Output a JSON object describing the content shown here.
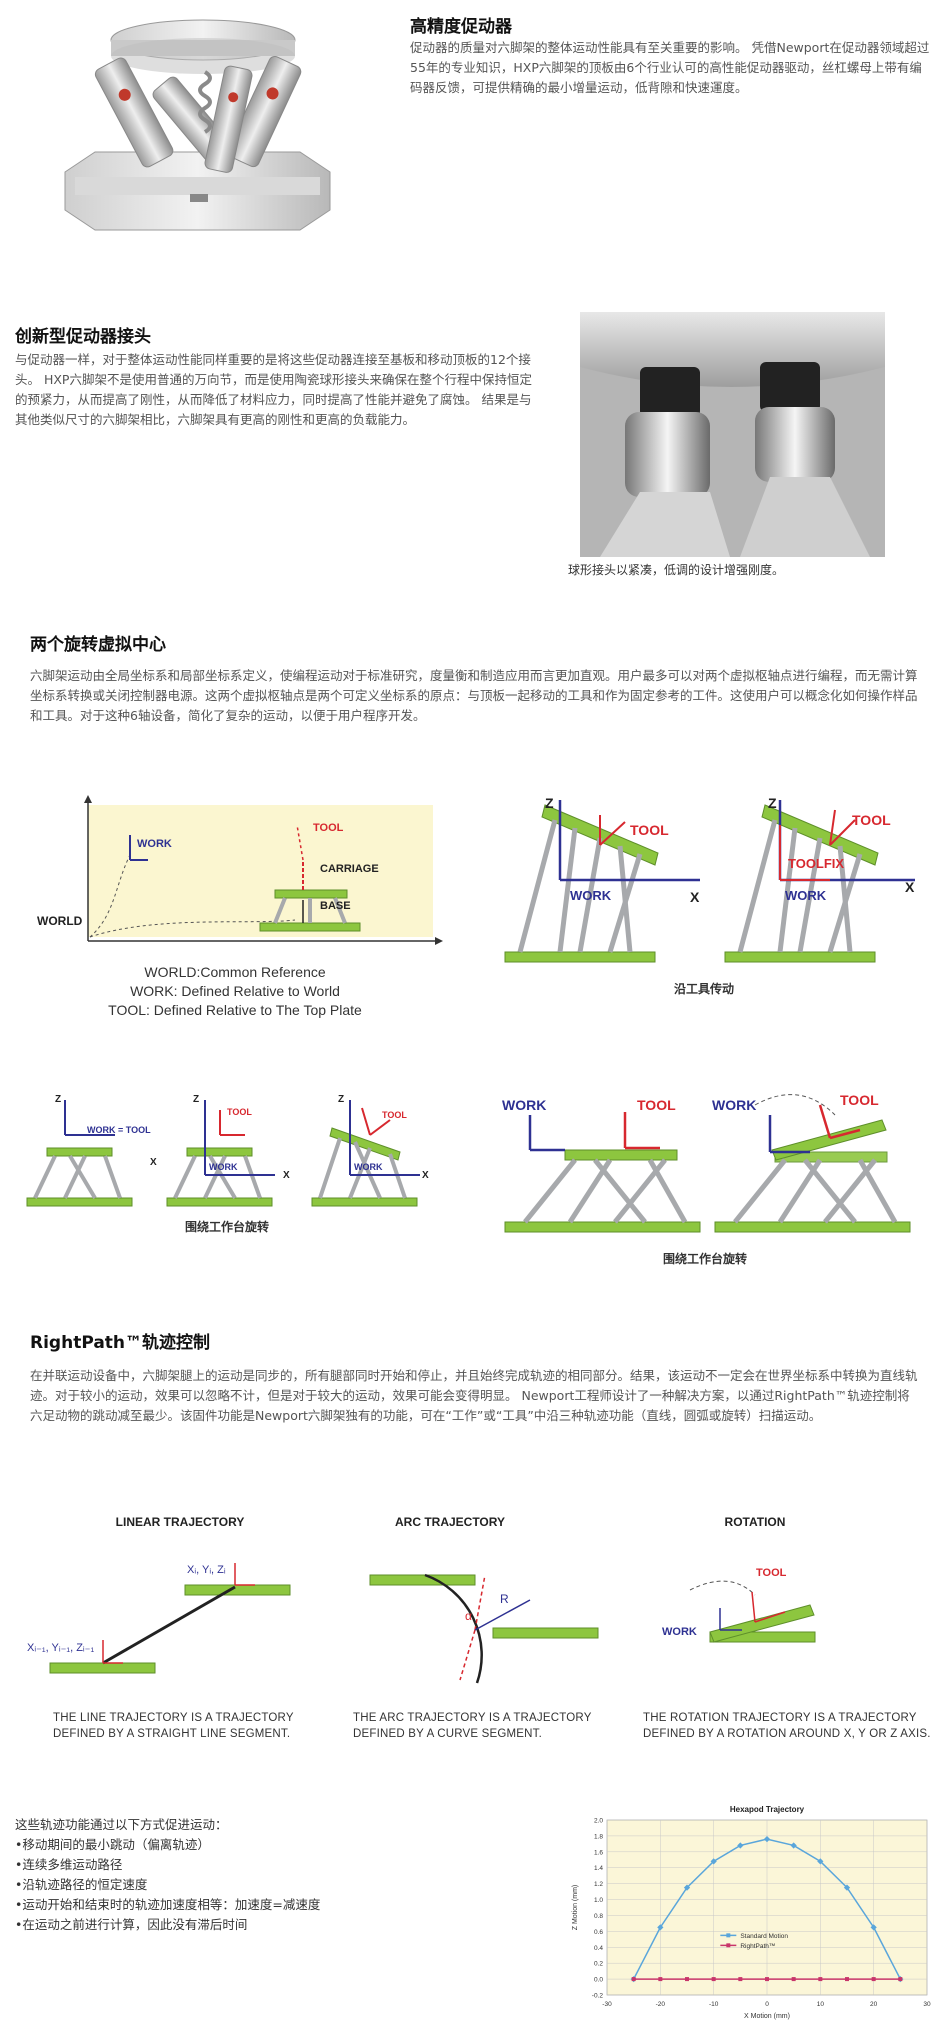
{
  "section1": {
    "title": "高精度促动器",
    "body": "促动器的质量对六脚架的整体运动性能具有至关重要的影响。 凭借Newport在促动器领域超过55年的专业知识，HXP六脚架的顶板由6个行业认可的高性能促动器驱动，丝杠螺母上带有编码器反馈，可提供精确的最小增量运动，低背隙和快速運度。"
  },
  "section2": {
    "title": "创新型促动器接头",
    "body": "与促动器一样，对于整体运动性能同样重要的是将这些促动器连接至基板和移动顶板的12个接头。 HXP六脚架不是使用普通的万向节，而是使用陶瓷球形接头来确保在整个行程中保持恒定的预紧力，从而提高了刚性，从而降低了材料应力，同时提高了性能并避免了腐蚀。 结果是与其他类似尺寸的六脚架相比，六脚架具有更高的刚性和更高的负载能力。",
    "photo_caption": "球形接头以紧凑，低调的设计增强刚度。"
  },
  "section3": {
    "title": "两个旋转虚拟中心",
    "body": "六脚架运动由全局坐标系和局部坐标系定义，使编程运动对于标准研究，度量衡和制造应用而言更加直观。用户最多可以对两个虚拟枢轴点进行编程，而无需计算坐标系转换或关闭控制器电源。这两个虚拟枢轴点是两个可定义坐标系的原点：与顶板一起移动的工具和作为固定参考的工件。这使用户可以概念化如何操作样品和工具。对于这种6轴设备，简化了复杂的运动，以便于用户程序开发。"
  },
  "frames_diagram": {
    "labels": {
      "world": "WORLD",
      "work": "WORK",
      "tool": "TOOL",
      "carriage": "CARRIAGE",
      "base": "BASE"
    },
    "legend": [
      "WORLD:Common Reference",
      "WORK: Defined Relative to World",
      "TOOL: Defined Relative to The Top Plate"
    ]
  },
  "tool_diagram": {
    "z": "Z",
    "x": "X",
    "tool": "TOOL",
    "work": "WORK",
    "toolfix": "TOOLFIX",
    "caption": "沿工具传动"
  },
  "rotate_small": {
    "z": "Z",
    "x": "X",
    "work_tool": "WORK = TOOL",
    "tool": "TOOL",
    "work": "WORK",
    "caption": "围绕工作台旋转"
  },
  "rotate_large": {
    "work": "WORK",
    "tool": "TOOL",
    "caption": "围绕工作台旋转"
  },
  "section4": {
    "title": "RightPath™轨迹控制",
    "body": "在并联运动设备中，六脚架腿上的运动是同步的，所有腿部同时开始和停止，并且始终完成轨迹的相同部分。结果，该运动不一定会在世界坐标系中转换为直线轨迹。对于较小的运动，效果可以忽略不计，但是对于较大的运动，效果可能会变得明显。 Newport工程师设计了一种解决方案，以通过RightPath™轨迹控制将六足动物的跳动减至最少。该固件功能是Newport六脚架独有的功能，可在“工作”或“工具”中沿三种轨迹功能（直线，圆弧或旋转）扫描运动。"
  },
  "trajectories": [
    {
      "title": "LINEAR TRAJECTORY",
      "caption1": "THE LINE TRAJECTORY IS A TRAJECTORY",
      "caption2": "DEFINED BY A STRAIGHT LINE SEGMENT.",
      "p1": "Xᵢ, Yᵢ, Zᵢ",
      "p0": "Xᵢ₋₁, Yᵢ₋₁, Zᵢ₋₁"
    },
    {
      "title": "ARC TRAJECTORY",
      "caption1": "THE ARC TRAJECTORY IS A TRAJECTORY",
      "caption2": "DEFINED BY A CURVE SEGMENT.",
      "r": "R",
      "alpha": "α"
    },
    {
      "title": "ROTATION",
      "caption1": "THE ROTATION TRAJECTORY IS A TRAJECTORY",
      "caption2": "DEFINED BY A ROTATION AROUND X, Y OR Z AXIS.",
      "tool": "TOOL",
      "work": "WORK"
    }
  ],
  "benefits": {
    "intro": "这些轨迹功能通过以下方式促进运动：",
    "items": [
      "•移动期间的最小跳动（偏离轨迹）",
      "•连续多维运动路径",
      "•沿轨迹路径的恒定速度",
      "•运动开始和结束时的轨迹加速度相等：加速度=减速度",
      "•在运动之前进行计算，因此没有滞后时间"
    ]
  },
  "colors": {
    "green": "#8dc63f",
    "green_dark": "#5e8f2a",
    "red": "#d7282f",
    "blue": "#2e3192",
    "grey": "#a7a9ac",
    "chart_bg": "#fbf6d8",
    "chart_line": "#5aa6db",
    "chart_pink": "#c8356a"
  },
  "chart_data": {
    "type": "line",
    "title": "Hexapod Trajectory",
    "xlabel": "X Motion (mm)",
    "ylabel": "Z Motion (mm)",
    "xlim": [
      -30,
      30
    ],
    "ylim": [
      -0.2,
      2.0
    ],
    "xticks": [
      -30,
      -20,
      -10,
      0,
      10,
      20,
      30
    ],
    "yticks": [
      -0.2,
      0,
      0.2,
      0.4,
      0.6,
      0.8,
      1.0,
      1.2,
      1.4,
      1.6,
      1.8,
      2.0
    ],
    "grid": true,
    "legend_position": "center",
    "series": [
      {
        "name": "Standard Motion",
        "x": [
          -25,
          -20,
          -15,
          -10,
          -5,
          0,
          5,
          10,
          15,
          20,
          25
        ],
        "y": [
          0,
          0.65,
          1.15,
          1.48,
          1.68,
          1.76,
          1.68,
          1.48,
          1.15,
          0.65,
          0
        ]
      },
      {
        "name": "RightPath™",
        "x": [
          -25,
          -20,
          -15,
          -10,
          -5,
          0,
          5,
          10,
          15,
          20,
          25
        ],
        "y": [
          0,
          0,
          0,
          0,
          0,
          0,
          0,
          0,
          0,
          0,
          0
        ]
      }
    ]
  }
}
